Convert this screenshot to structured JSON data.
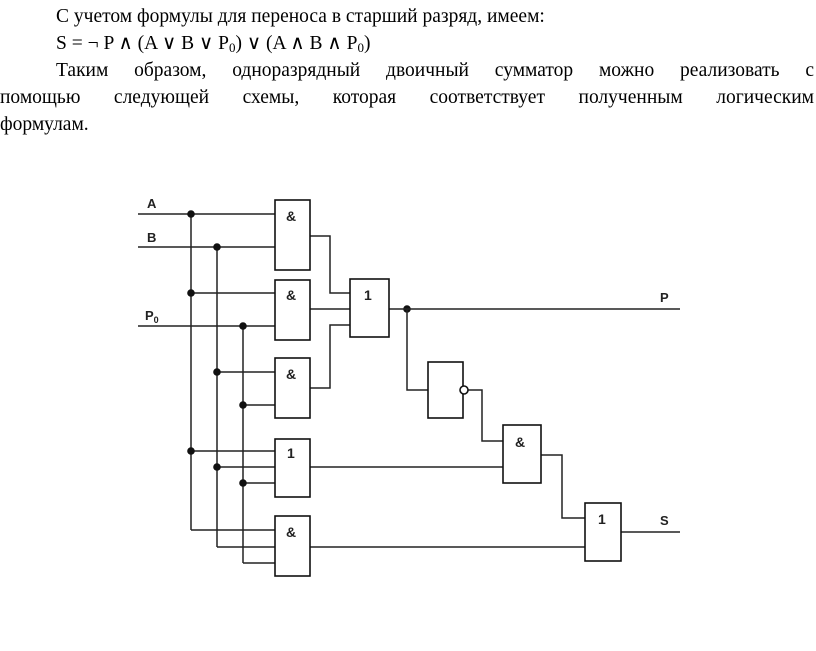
{
  "text": {
    "line1": "С учетом формулы для переноса в старший разряд, имеем:",
    "formula": {
      "lhs": "S = ¬ P ∧ (A ∨ B ∨ P",
      "sub1": "0",
      "mid": ") ∨ (A ∧ B ∧ P",
      "sub2": "0",
      "end": ")"
    },
    "line3": "Таким образом, одноразрядный двоичный сумматор можно реализовать с",
    "line4": "помощью следующей схемы, которая соответствует полученным логическим",
    "line5": "формулам."
  },
  "diagram": {
    "inputs": {
      "a": "A",
      "b": "B",
      "p0_main": "P",
      "p0_sub": "0"
    },
    "outputs": {
      "p": "P",
      "s": "S"
    },
    "gates": {
      "and1": "&",
      "and2": "&",
      "and3": "&",
      "or_carry": "1",
      "not": "",
      "or_sum": "1",
      "and_triple": "&",
      "and_s": "&",
      "or_final": "1"
    }
  }
}
